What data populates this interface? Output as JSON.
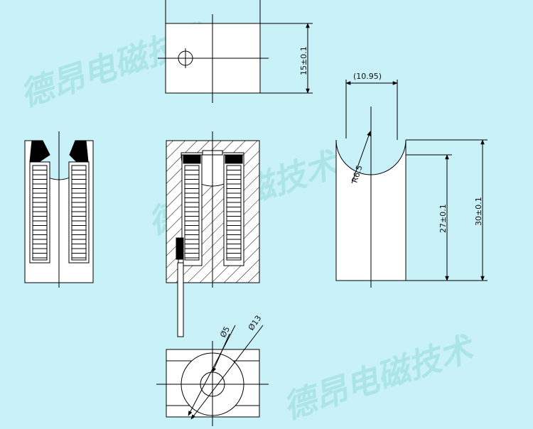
{
  "watermark": {
    "text": "德昂电磁技术",
    "color": "#a8e3e3"
  },
  "dimensions": {
    "top_view_height": "15±0.1",
    "arc_chord_width": "(10.95)",
    "arc_radius": "R6.5",
    "inner_height": "27±0.1",
    "outer_height": "30±0.1",
    "inner_diameter": "Ø5",
    "outer_diameter": "Ø13"
  },
  "colors": {
    "background": "#c9f1f8",
    "part_fill": "#ffffff",
    "line": "#000000"
  }
}
